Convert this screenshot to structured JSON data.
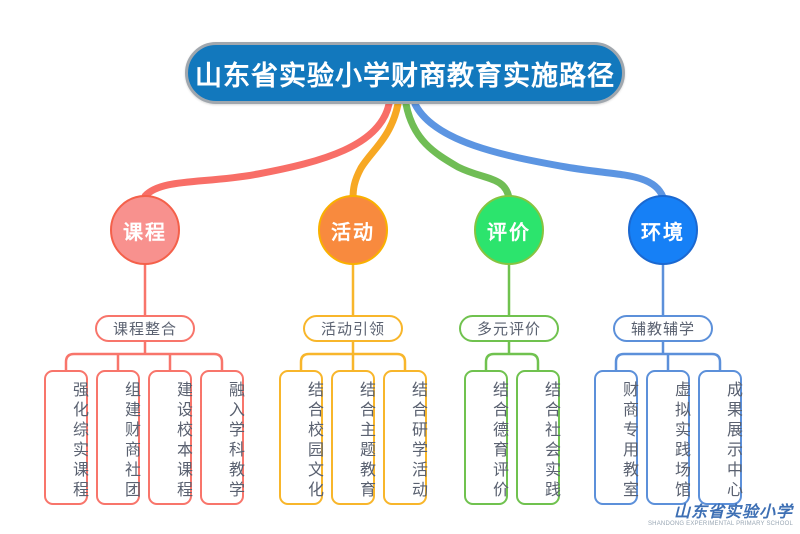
{
  "title": "山东省实验小学财商教育实施路径",
  "logo": {
    "name": "山东省实验小学",
    "subtitle": "SHANDONG EXPERIMENTAL PRIMARY SCHOOL"
  },
  "branches": [
    {
      "id": "curriculum",
      "label": "课程",
      "sub_label": "课程整合",
      "leaves": [
        "强化综实课程",
        "组建财商社团",
        "建设校本课程",
        "融入学科教学"
      ],
      "colors": {
        "circle_fill": "#F8918E",
        "circle_border": "#F4604A",
        "line": "#F8756B",
        "curve": "#F86E67"
      }
    },
    {
      "id": "activities",
      "label": "活动",
      "sub_label": "活动引领",
      "leaves": [
        "结合校园文化",
        "结合主题教育",
        "结合研学活动"
      ],
      "colors": {
        "circle_fill": "#F88A3E",
        "circle_border": "#F9B000",
        "line": "#F8B62B",
        "curve": "#F7A823"
      }
    },
    {
      "id": "evaluation",
      "label": "评价",
      "sub_label": "多元评价",
      "leaves": [
        "结合德育评价",
        "结合社会实践"
      ],
      "colors": {
        "circle_fill": "#2CE46D",
        "circle_border": "#86C440",
        "line": "#70C24F",
        "curve": "#70BD55"
      }
    },
    {
      "id": "environment",
      "label": "环境",
      "sub_label": "辅教辅学",
      "leaves": [
        "财商专用教室",
        "虚拟实践场馆",
        "成果展示中心"
      ],
      "colors": {
        "circle_fill": "#1680F6",
        "circle_border": "#1B68D0",
        "line": "#5C90DA",
        "curve": "#5C95E2"
      }
    }
  ]
}
